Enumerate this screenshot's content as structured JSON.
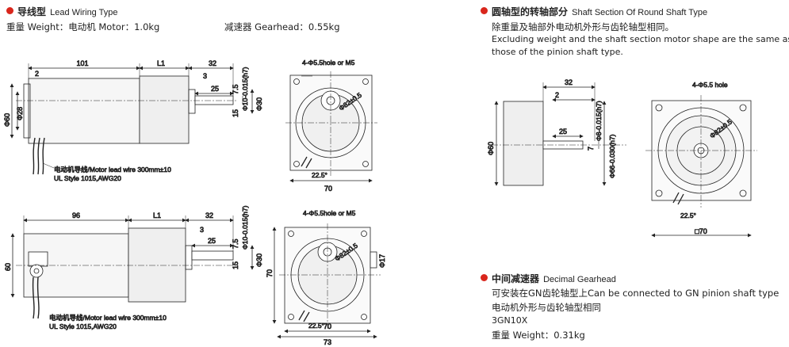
{
  "lead_wiring": {
    "title_cn": "导线型",
    "title_en": "Lead Wiring Type",
    "weight_line": "重量 Weight：电动机 Motor：1.0kg",
    "gearhead_line": "减速器 Gearhead：0.55kg",
    "wire_label": "电动机导线/Motor lead wire 300mm±10",
    "ul_label": "UL Style 1015,AWG20",
    "top_dims": {
      "d101": "101",
      "l1": "L1",
      "d32": "32",
      "d3": "3",
      "d25": "25",
      "d7_5": "7.5",
      "phi10": "Φ10-0.015(h7)",
      "d15": "15",
      "phi30": "Φ30",
      "d2": "2",
      "phi60": "Φ60",
      "phi28": "Φ28"
    },
    "front_top": {
      "hole": "4-Φ5.5hole or M5",
      "pcd": "Φ82±0.5",
      "angle": "22.5°",
      "width": "70"
    },
    "bottom_dims": {
      "d96": "96",
      "l1": "L1",
      "d32": "32",
      "d3": "3",
      "d25": "25",
      "d7_5": "7.5",
      "phi10": "Φ10-0.015(h7)",
      "d15": "15",
      "phi30": "Φ30",
      "d60": "60"
    },
    "front_bottom": {
      "hole": "4-Φ5.5hole or M5",
      "pcd": "Φ82±0.5",
      "angle": "22.5°",
      "w70": "70",
      "w73": "73",
      "h70": "70",
      "phi17": "Φ17"
    },
    "wire_label2": "电动机导线/Motor lead wire 300mm±10",
    "ul_label2": "UL Style 1015,AWG20"
  },
  "round_shaft": {
    "title_cn": "圆轴型的转轴部分",
    "title_en": "Shaft Section Of Round Shaft Type",
    "desc_cn": "除重量及轴部外电动机外形与齿轮轴型相同。",
    "desc_en_1": "Excluding weight and the shaft section motor shape are the same as",
    "desc_en_2": "those of the pinion shaft type.",
    "dims": {
      "d32": "32",
      "d2": "2",
      "d25": "25",
      "d7": "7",
      "phi8": "Φ8-0.015(h7)",
      "phi66": "Φ66-0.030(h7)",
      "phi60": "Φ60"
    },
    "front": {
      "hole": "4-Φ5.5 hole",
      "pcd": "Φ82±0.5",
      "angle": "22.5°",
      "width": "□70"
    }
  },
  "decimal_gearhead": {
    "title_cn": "中间减速器",
    "title_en": "Decimal Gearhead",
    "line1": "可安装在GN齿轮轴型上Can be connected to GN pinion shaft type",
    "line2": "电动机外形与齿轮轴型相同",
    "model": "3GN10X",
    "weight": "重量 Weight：0.31kg"
  },
  "colors": {
    "bullet": "#d9261c",
    "line": "#222222",
    "fill": "#f4f4f4"
  }
}
